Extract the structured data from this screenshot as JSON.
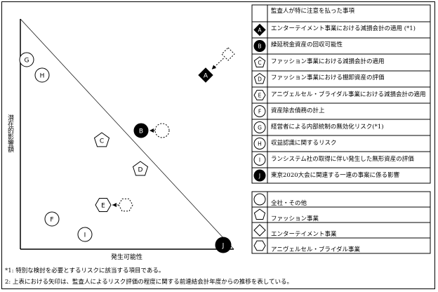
{
  "axis": {
    "x_label": "発生可能性",
    "y_label": "潜在的影響額"
  },
  "legend": {
    "header": "監査人が特に注意を払った事項",
    "items": [
      {
        "id": "A",
        "shape": "diamond",
        "filled": true,
        "text": "エンターテイメント事業における減損会計の適用 (*1)"
      },
      {
        "id": "B",
        "shape": "circle",
        "filled": true,
        "text": "繰延税金資産の回収可能性"
      },
      {
        "id": "C",
        "shape": "pentagon",
        "filled": false,
        "text": "ファッション事業における減損会計の適用"
      },
      {
        "id": "D",
        "shape": "pentagon",
        "filled": false,
        "text": "ファッション事業における棚卸資産の評価"
      },
      {
        "id": "E",
        "shape": "hexagon",
        "filled": false,
        "text": "アニヴェルセル・ブライダル事業における減損会計の適用"
      },
      {
        "id": "F",
        "shape": "circle",
        "filled": false,
        "text": "資産除去債務の計上"
      },
      {
        "id": "G",
        "shape": "circle",
        "filled": false,
        "text": "経営者による内部統制の無効化リスク(*1)"
      },
      {
        "id": "H",
        "shape": "circle",
        "filled": false,
        "text": "収益認識に関するリスク"
      },
      {
        "id": "I",
        "shape": "circle",
        "filled": false,
        "text": "ランシステム社の取得に伴い発生した無形資産の評価"
      },
      {
        "id": "J",
        "shape": "circle",
        "filled": true,
        "text": "東京2020大会に関連する一連の事案に係る影響"
      }
    ]
  },
  "shape_legend": [
    {
      "shape": "circle",
      "text": "全社・その他"
    },
    {
      "shape": "pentagon",
      "text": "ファッション事業"
    },
    {
      "shape": "diamond",
      "text": "エンターテイメント事業"
    },
    {
      "shape": "hexagon",
      "text": "アニヴェルセル・ブライダル事業"
    }
  ],
  "points": [
    {
      "id": "G",
      "shape": "circle",
      "filled": false
    },
    {
      "id": "H",
      "shape": "circle",
      "filled": false
    },
    {
      "id": "A",
      "shape": "diamond",
      "filled": true,
      "ghost": "diamond"
    },
    {
      "id": "B",
      "shape": "circle",
      "filled": true,
      "ghost": "circle"
    },
    {
      "id": "C",
      "shape": "pentagon",
      "filled": false
    },
    {
      "id": "D",
      "shape": "pentagon",
      "filled": false
    },
    {
      "id": "E",
      "shape": "hexagon",
      "filled": false,
      "ghost": "hexagon"
    },
    {
      "id": "F",
      "shape": "circle",
      "filled": false
    },
    {
      "id": "I",
      "shape": "circle",
      "filled": false
    },
    {
      "id": "J",
      "shape": "circle",
      "filled": true
    }
  ],
  "notes": [
    "*1: 特別な検討を必要とするリスクに該当する項目である。",
    "2: 上表における矢印は、監査人によるリスク評価の程度に関する前連結会計年度からの推移を表している。"
  ]
}
